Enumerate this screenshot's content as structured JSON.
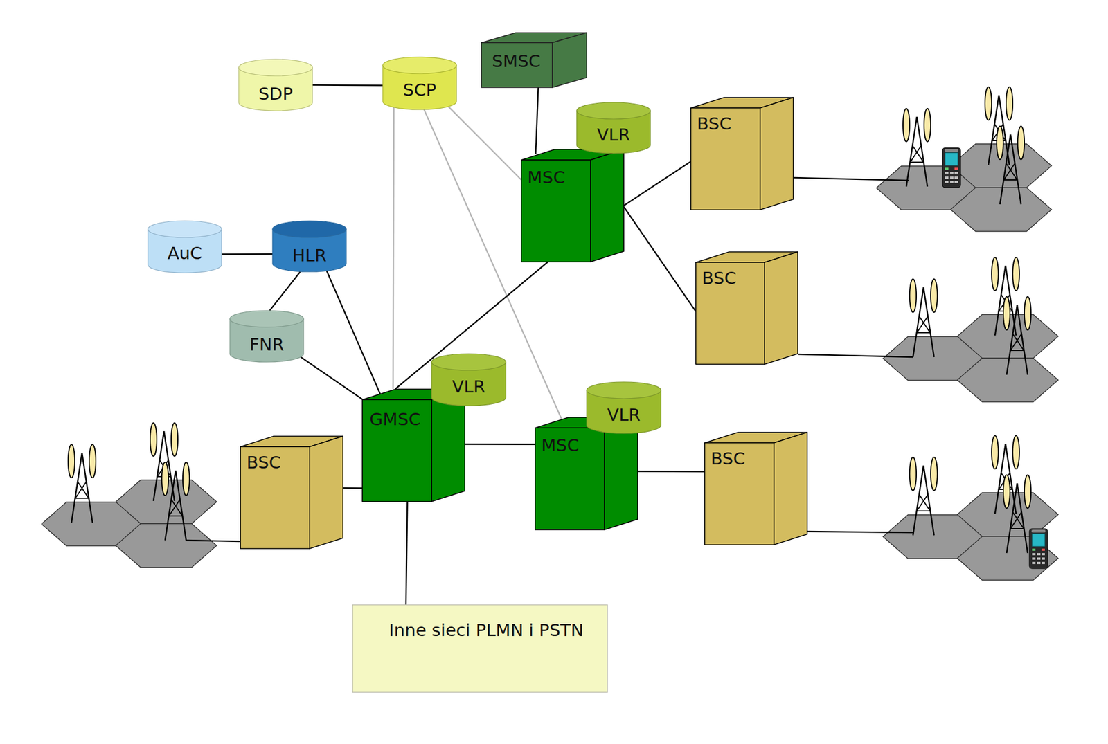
{
  "diagram": {
    "nodes": [
      {
        "text": [
          "SDP"
        ]
      },
      {
        "text": [
          "SCP"
        ]
      },
      {
        "text": [
          "SMSC"
        ]
      },
      {
        "text": [
          "VLR"
        ]
      },
      {
        "text": [
          "MSC"
        ]
      },
      {
        "text": [
          "BSC"
        ]
      },
      {
        "text": [
          "AuC"
        ]
      },
      {
        "text": [
          "HLR"
        ]
      },
      {
        "text": [
          "BSC"
        ]
      },
      {
        "text": [
          "FNR"
        ]
      },
      {
        "text": [
          "VLR"
        ]
      },
      {
        "text": [
          "GMSC"
        ]
      },
      {
        "text": [
          "VLR"
        ]
      },
      {
        "text": [
          "MSC"
        ]
      },
      {
        "text": [
          "BSC"
        ]
      },
      {
        "text": [
          "BSC"
        ]
      },
      {
        "text": [
          "Inne sieci PLMN i PSTN"
        ]
      }
    ],
    "edges": [
      {
        "from": 0,
        "to": 1,
        "arrow": "none"
      },
      {
        "from": 1,
        "to": 4,
        "arrow": "none"
      },
      {
        "from": 1,
        "to": 11,
        "arrow": "none"
      },
      {
        "from": 1,
        "to": 13,
        "arrow": "none"
      },
      {
        "from": 2,
        "to": 4,
        "arrow": "none"
      },
      {
        "from": 4,
        "to": 5,
        "arrow": "none"
      },
      {
        "from": 4,
        "to": 8,
        "arrow": "none"
      },
      {
        "from": 6,
        "to": 7,
        "arrow": "none"
      },
      {
        "from": 7,
        "to": 9,
        "arrow": "none"
      },
      {
        "from": 7,
        "to": 11,
        "arrow": "none"
      },
      {
        "from": 9,
        "to": 11,
        "arrow": "none"
      },
      {
        "from": 11,
        "to": 4,
        "arrow": "none"
      },
      {
        "from": 11,
        "to": 13,
        "arrow": "none"
      },
      {
        "from": 11,
        "to": 14,
        "arrow": "none"
      },
      {
        "from": 13,
        "to": 15,
        "arrow": "none"
      },
      {
        "from": 11,
        "to": 16,
        "arrow": "none"
      }
    ]
  }
}
